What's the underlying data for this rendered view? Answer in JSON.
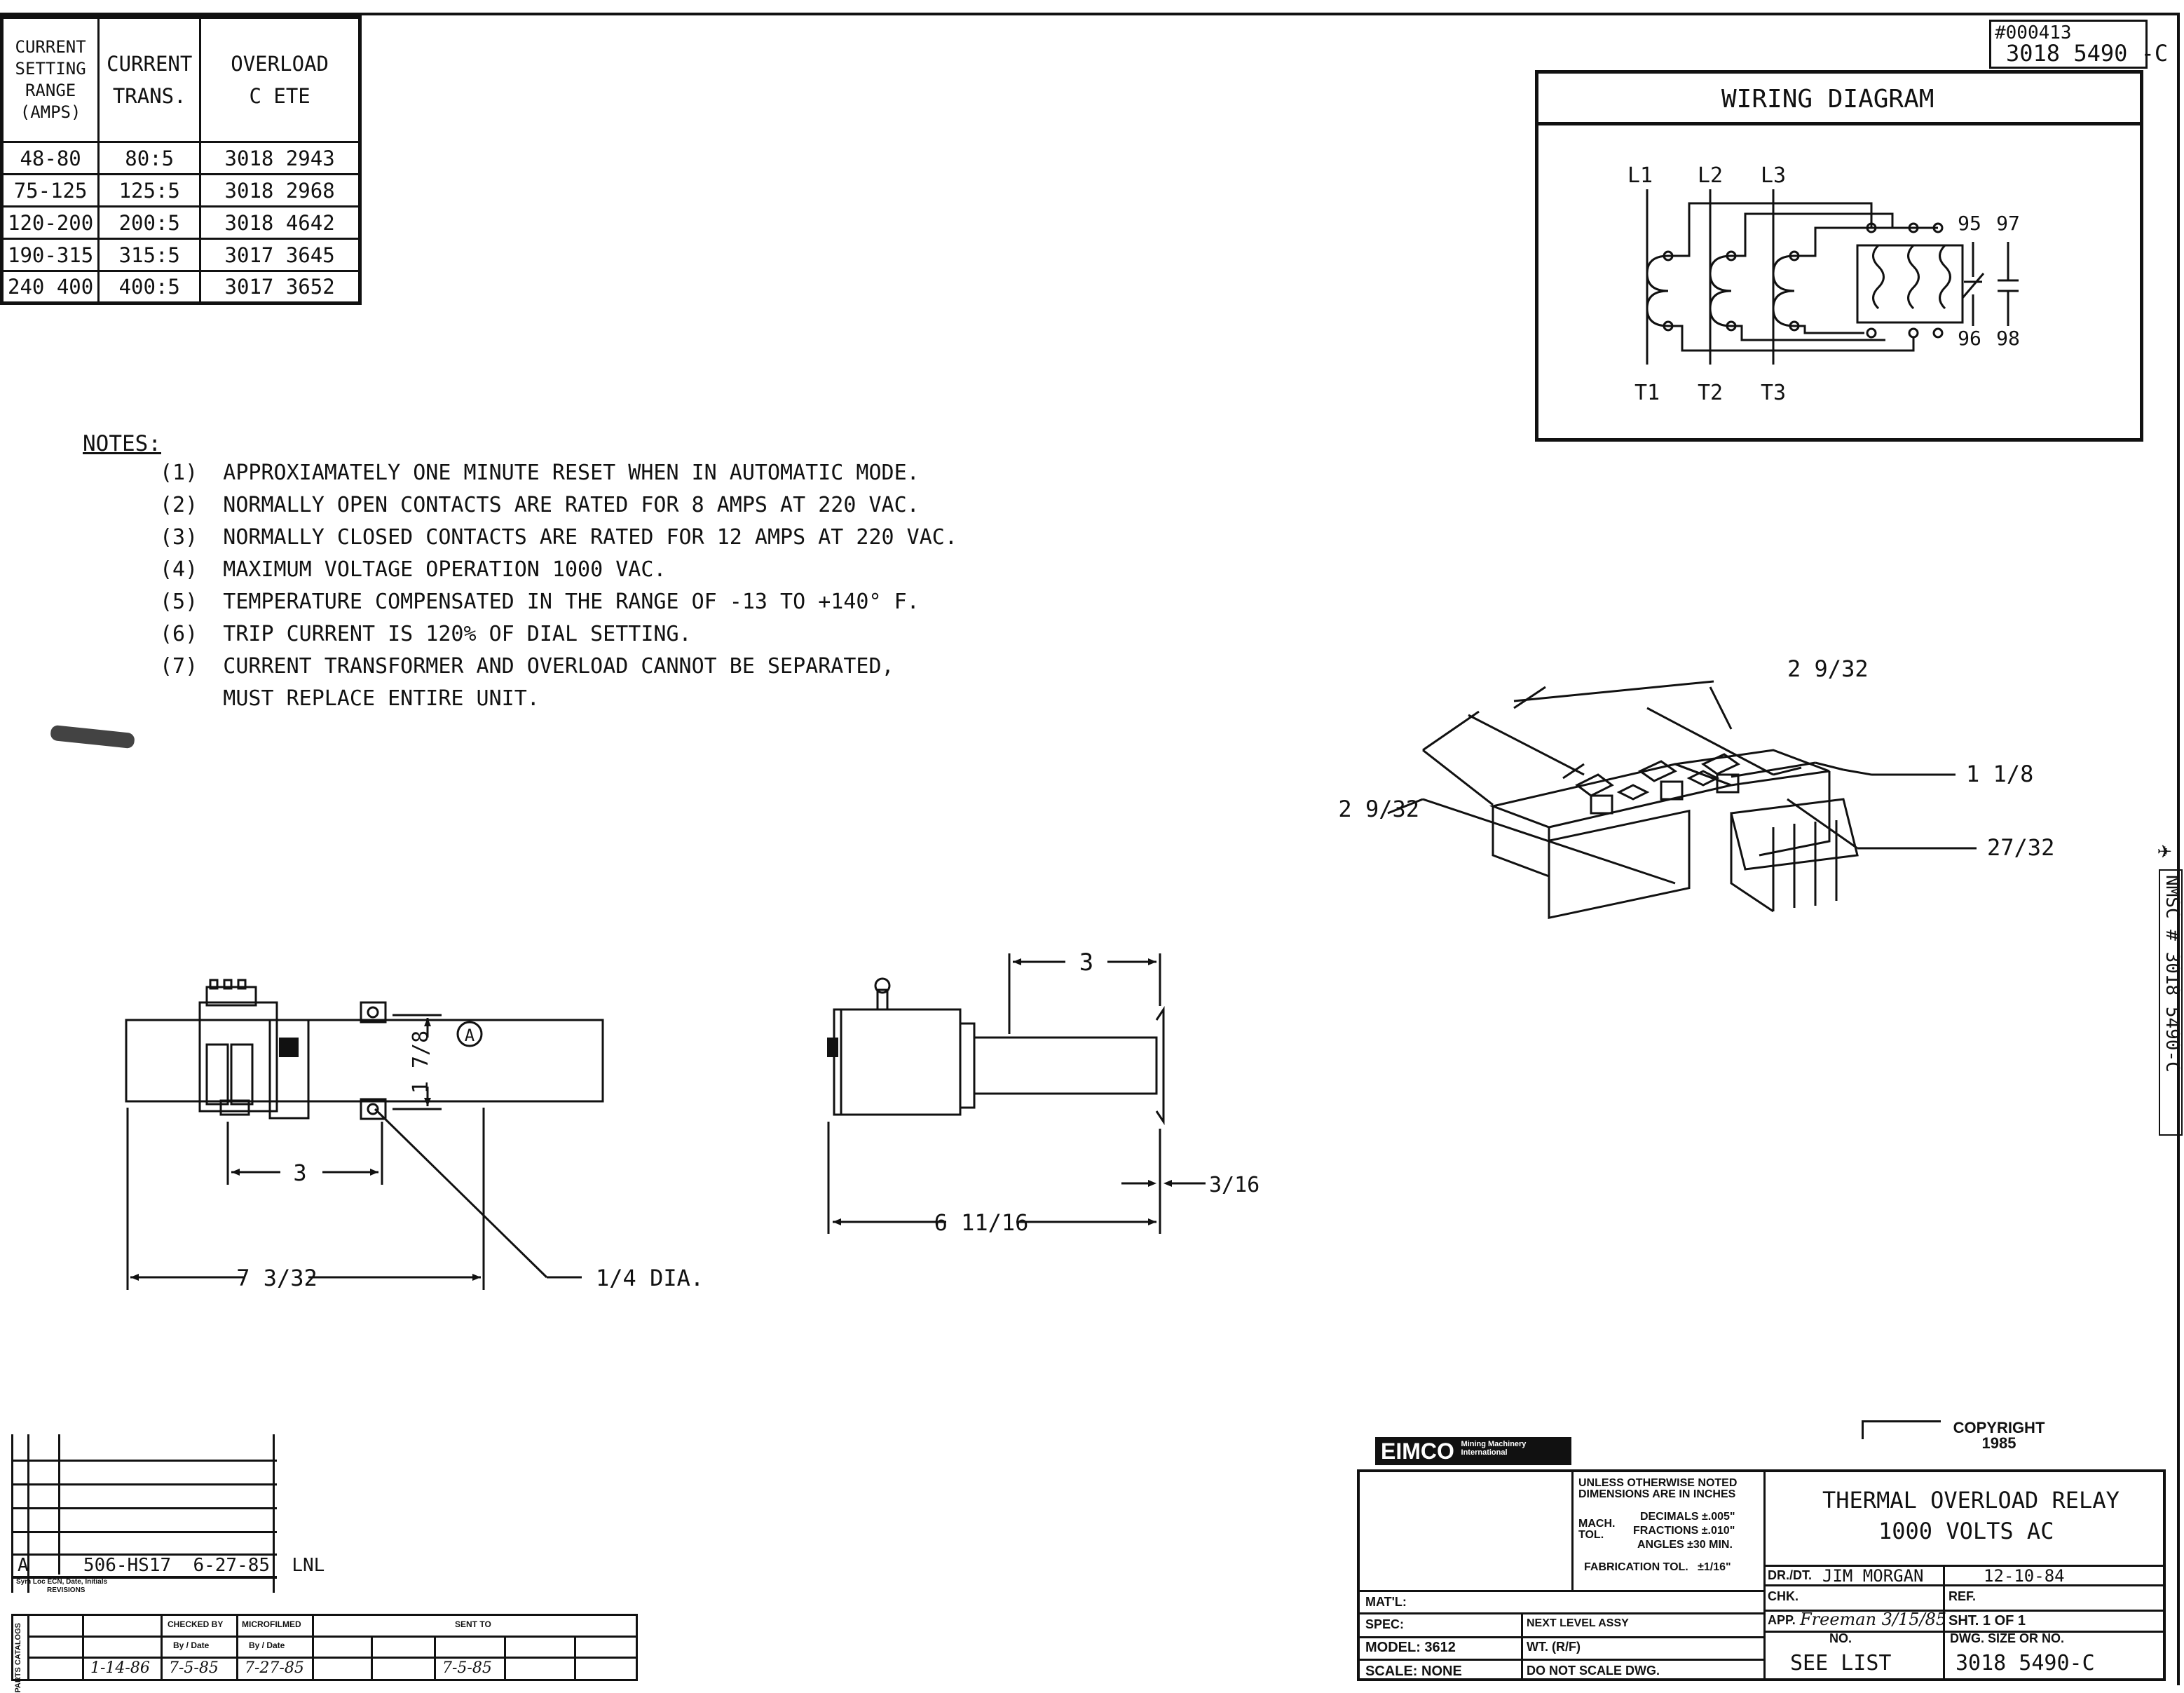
{
  "doc_number": {
    "header": "3018 5490 -C",
    "stamp": "#000413",
    "side": "NMSC # 3018 5490-C"
  },
  "current_table": {
    "headers": [
      "CURRENT\nSETTING\nRANGE\n(AMPS)",
      "CURRENT\nTRANS.",
      "OVERLOAD\nC ETE"
    ],
    "rows": [
      [
        "48-80",
        "80:5",
        "3018 2943"
      ],
      [
        "75-125",
        "125:5",
        "3018 2968"
      ],
      [
        "120-200",
        "200:5",
        "3018 4642"
      ],
      [
        "190-315",
        "315:5",
        "3017 3645"
      ],
      [
        "240 400",
        "400:5",
        "3017 3652"
      ]
    ]
  },
  "notes": {
    "title": "NOTES:",
    "items": [
      "(1)  APPROXIAMATELY ONE MINUTE RESET WHEN IN AUTOMATIC MODE.",
      "(2)  NORMALLY OPEN CONTACTS ARE RATED FOR 8 AMPS AT 220 VAC.",
      "(3)  NORMALLY CLOSED CONTACTS ARE RATED FOR 12 AMPS AT 220 VAC.",
      "(4)  MAXIMUM VOLTAGE OPERATION 1000 VAC.",
      "(5)  TEMPERATURE COMPENSATED IN THE RANGE OF -13 TO +140° F.",
      "(6)  TRIP CURRENT IS 120% OF DIAL SETTING.",
      "(7)  CURRENT TRANSFORMER AND OVERLOAD CANNOT BE SEPARATED,",
      "     MUST REPLACE ENTIRE UNIT."
    ]
  },
  "wiring": {
    "title": "WIRING DIAGRAM",
    "lines_top": [
      "L1",
      "L2",
      "L3"
    ],
    "lines_bottom": [
      "T1",
      "T2",
      "T3"
    ],
    "contacts_top": [
      "95",
      "97"
    ],
    "contacts_bottom": [
      "96",
      "98"
    ]
  },
  "dims": {
    "front_width": "7 3/32",
    "front_hole_spacing": "3",
    "front_height": "1 7/8",
    "hole_dia": "1/4 DIA.",
    "detail_mark": "A",
    "side_depth": "3",
    "side_overall": "6 11/16",
    "side_flange": "3/16",
    "iso_a": "2 9/32",
    "iso_b": "2 9/32",
    "iso_c": "1 1/8",
    "iso_d": "27/32"
  },
  "title_block": {
    "company": "EIMCO",
    "company_sub": "Mining Machinery International",
    "copyright": "COPYRIGHT 1985",
    "tolerance_head": "UNLESS OTHERWISE NOTED DIMENSIONS ARE IN INCHES",
    "mach_tol": "MACH. TOL.",
    "decimals": "DECIMALS ±.005\"",
    "fractions": "FRACTIONS ±.010\"",
    "angles": "ANGLES ±30 MIN.",
    "fab_tol": "FABRICATION TOL.   ±1/16\"",
    "title_line1": "THERMAL OVERLOAD RELAY",
    "title_line2": "1000 VOLTS AC",
    "dr_label": "DR./DT.",
    "dr_value": "JIM MORGAN",
    "dr_date": "12-10-84",
    "chk_label": "CHK.",
    "ref_label": "REF.",
    "app_label": "APP.",
    "app_sig": "Freeman 3/15/85",
    "sht_label": "SHT. 1 OF 1",
    "no_label": "NO.",
    "dwg_label": "DWG. SIZE OR NO.",
    "see_list": "SEE LIST",
    "dwg_no": "3018 5490-C",
    "matl": "MAT'L:",
    "spec": "SPEC:",
    "next_assy": "NEXT LEVEL ASSY",
    "model": "MODEL: 3612",
    "wt": "WT. (R/F)",
    "scale": "SCALE: NONE",
    "dnsd": "DO NOT SCALE DWG."
  },
  "revisions": {
    "row": "A     506-HS17  6-27-85  LNL",
    "sym_label": "Sym Loc ECN, Date, Initials",
    "rev_label": "REVISIONS",
    "parts_catalog": "PARTS CATALOGS",
    "checked": "CHECKED BY",
    "microfilmed": "MICROFILMED",
    "sent_to": "SENT TO",
    "by_date": "By / Date",
    "entry_a": "1-14-86",
    "entry_b": "7-5-85",
    "entry_c": "7-27-85",
    "entry_d": "7-5-85"
  }
}
